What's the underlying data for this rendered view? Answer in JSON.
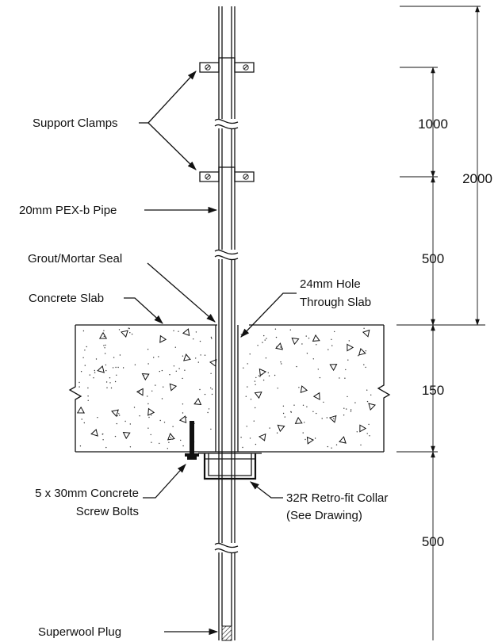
{
  "labels": {
    "support_clamps": "Support Clamps",
    "pipe": "20mm PEX-b Pipe",
    "grout_seal": "Grout/Mortar Seal",
    "concrete_slab": "Concrete Slab",
    "hole_line1": "24mm Hole",
    "hole_line2": "Through Slab",
    "bolts_line1": "5 x 30mm Concrete",
    "bolts_line2": "Screw Bolts",
    "collar_line1": "32R Retro-fit Collar",
    "collar_line2": "(See Drawing)",
    "plug": "Superwool Plug"
  },
  "dimensions": {
    "clamp_spacing": "1000",
    "total_above": "2000",
    "above_slab": "500",
    "slab": "150",
    "below_slab": "500"
  }
}
